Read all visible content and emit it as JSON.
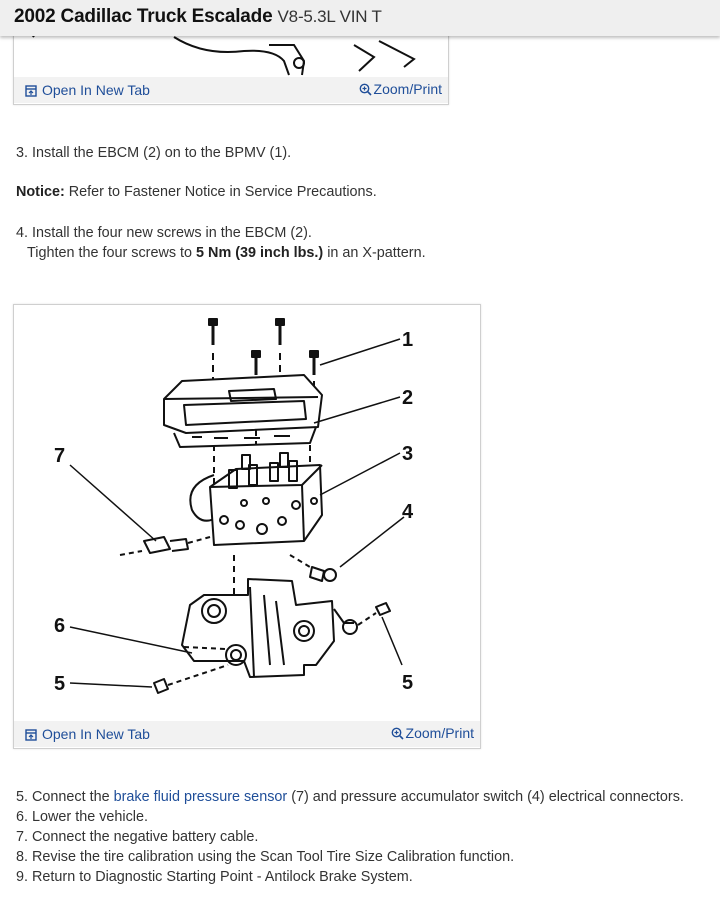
{
  "header": {
    "title_bold": "2002 Cadillac Truck Escalade",
    "title_rest": "V8-5.3L VIN T"
  },
  "figure1": {
    "open_label": "Open In New Tab",
    "zoom_label": "Zoom/Print"
  },
  "step3": "3. Install the EBCM (2) on to the BPMV (1).",
  "notice": {
    "label": "Notice:",
    "text": "Refer to Fastener Notice in Service Precautions."
  },
  "step4": {
    "line1": "4. Install the four new screws in the EBCM (2).",
    "pre": "Tighten the four screws to",
    "torque": "5 Nm (39 inch lbs.)",
    "post": "in an X-pattern."
  },
  "figure2": {
    "open_label": "Open In New Tab",
    "zoom_label": "Zoom/Print",
    "callouts": [
      "1",
      "2",
      "3",
      "4",
      "5",
      "5",
      "6",
      "7"
    ]
  },
  "steps": {
    "s5_pre": "5. Connect the",
    "s5_link": "brake fluid pressure sensor",
    "s5_post": "(7) and pressure accumulator switch (4) electrical connectors.",
    "s6": "6. Lower the vehicle.",
    "s7": "7. Connect the negative battery cable.",
    "s8": "8. Revise the tire calibration using the Scan Tool Tire Size Calibration function.",
    "s9": "9. Return to Diagnostic Starting Point - Antilock Brake System."
  },
  "colors": {
    "link": "#1f4e99",
    "header_bg": "#efefef",
    "bar_bg": "#f2f2f2"
  },
  "icons": [
    "open-new-tab-icon",
    "zoom-print-icon"
  ]
}
